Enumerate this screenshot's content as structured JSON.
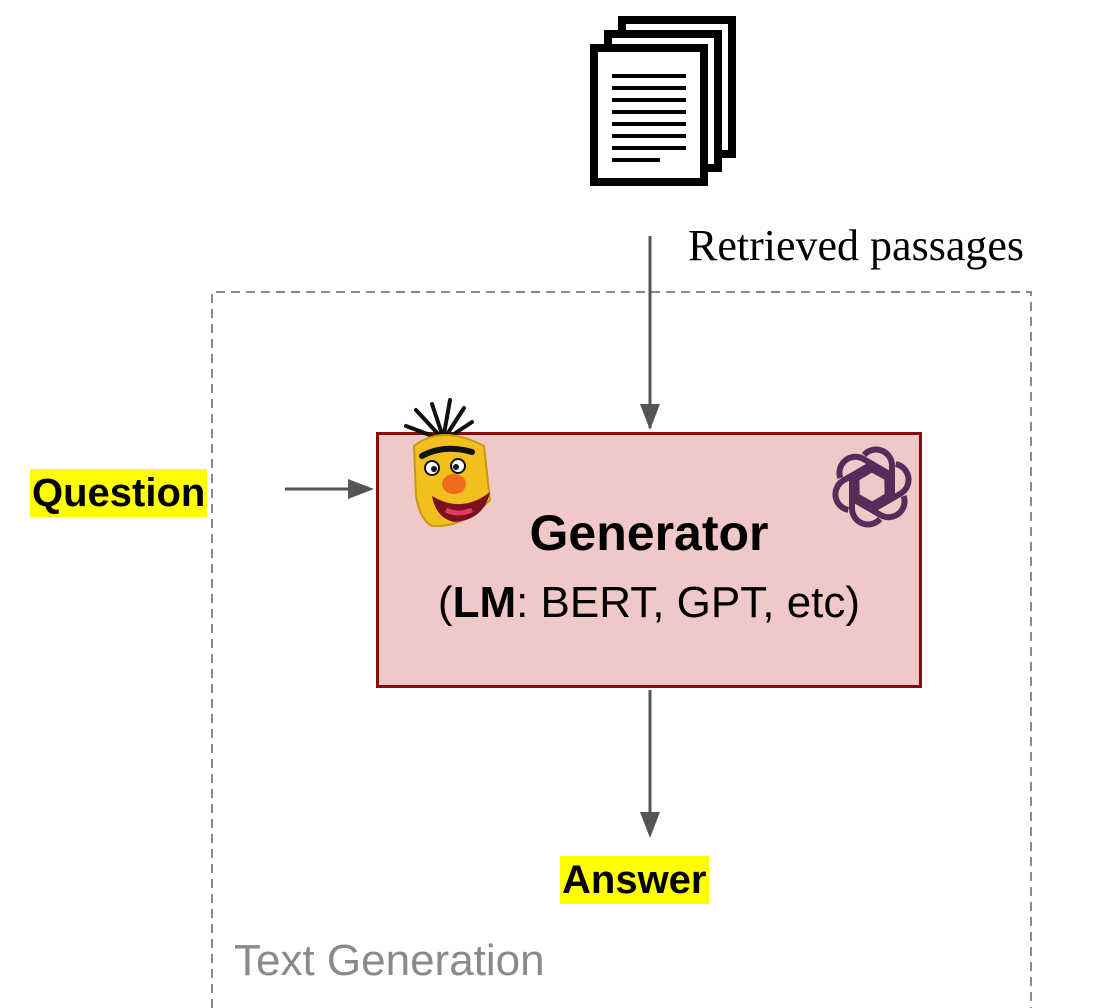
{
  "retrieved_label": "Retrieved passages",
  "question_label": "Question",
  "answer_label": "Answer",
  "generator": {
    "title": "Generator",
    "open_paren": "(",
    "lm_label": "LM",
    "models_text": ": BERT, GPT, etc)"
  },
  "group_label": "Text Generation",
  "icons": [
    "documents-icon",
    "bert-muppet-icon",
    "openai-logo-icon"
  ],
  "colors": {
    "highlight": "#ffff00",
    "box_fill": "#f0c8c8",
    "box_border": "#8b0a0a",
    "arrow": "#555555",
    "group_border": "#8a8a8a",
    "openai_logo": "#5a2a5a"
  }
}
